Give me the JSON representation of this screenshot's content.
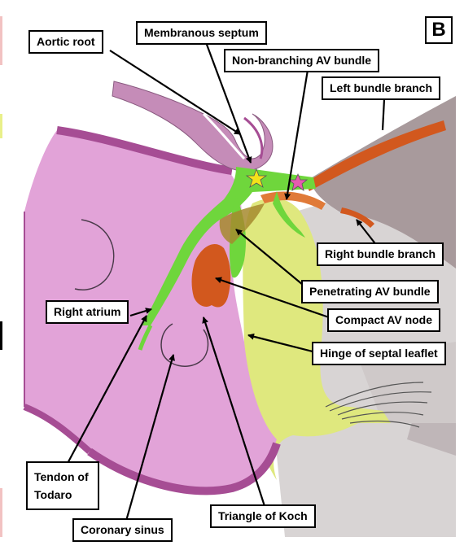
{
  "panel_letter": "B",
  "labels": {
    "aortic_root": "Aortic root",
    "membranous_septum": "Membranous septum",
    "non_branching_av_bundle": "Non-branching AV bundle",
    "left_bundle_branch": "Left bundle branch",
    "right_bundle_branch": "Right bundle branch",
    "penetrating_av_bundle": "Penetrating AV bundle",
    "compact_av_node": "Compact AV node",
    "right_atrium": "Right atrium",
    "hinge_of_septal_leaflet": "Hinge of septal leaflet",
    "tendon_of_todaro": "Tendon of Todaro",
    "coronary_sinus": "Coronary sinus",
    "triangle_of_koch": "Triangle of Koch"
  },
  "colors": {
    "atrium_pink": "#e2a3d8",
    "atrium_border": "#a64d94",
    "aorta_mauve": "#c58cb8",
    "conduction_green": "#6fd63c",
    "node_orange": "#d2581e",
    "branch_orange": "#e07a38",
    "leaflet_yellow": "#dfe87e",
    "ventricle_gray": "#a89a9c",
    "light_gray": "#d6d2d2",
    "star_yellow": "#f4e21a",
    "star_pink": "#e65bb0"
  }
}
